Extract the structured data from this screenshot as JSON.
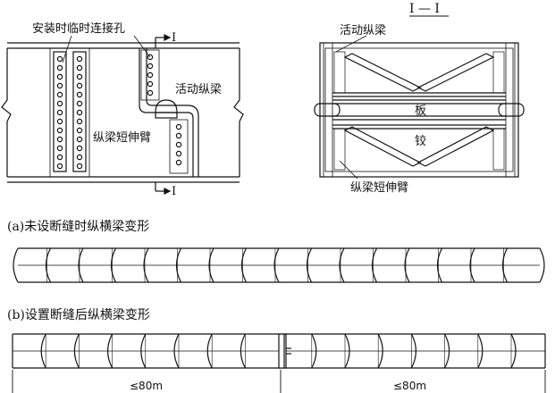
{
  "labels": {
    "temp_hole": "安装时临时连接孔",
    "section_mark_top": "I",
    "section_mark_bottom": "I",
    "movable_beam_left": "活动纵梁",
    "short_arm_left": "纵梁短伸臂",
    "section_title": "I — I",
    "movable_beam_right": "活动纵梁",
    "plate": "板",
    "hinge": "铰",
    "short_arm_right": "纵梁短伸臂"
  },
  "captions": {
    "a": "(a)未设断缝时纵横梁变形",
    "b": "(b)设置断缝后纵横梁变形"
  },
  "dims": {
    "left": "≤80m",
    "right": "≤80m"
  }
}
